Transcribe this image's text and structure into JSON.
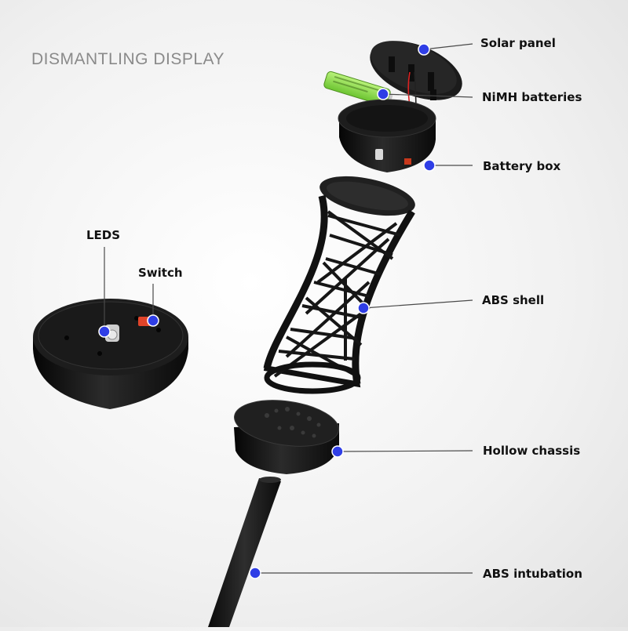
{
  "title": "DISMANTLING DISPLAY",
  "colors": {
    "background": "#f2f2f2",
    "product": "#161616",
    "marker": "#2f3ee6",
    "leader_line": "#4a4a4a",
    "battery": "#8fe04a",
    "switch": "#e0442a"
  },
  "parts": {
    "solar_panel": "Solar panel",
    "nimh_batteries": "NiMH batteries",
    "battery_box": "Battery box",
    "abs_shell": "ABS shell",
    "hollow_chassis": "Hollow chassis",
    "abs_intubation": "ABS intubation",
    "leds": "LEDS",
    "switch": "Switch"
  }
}
